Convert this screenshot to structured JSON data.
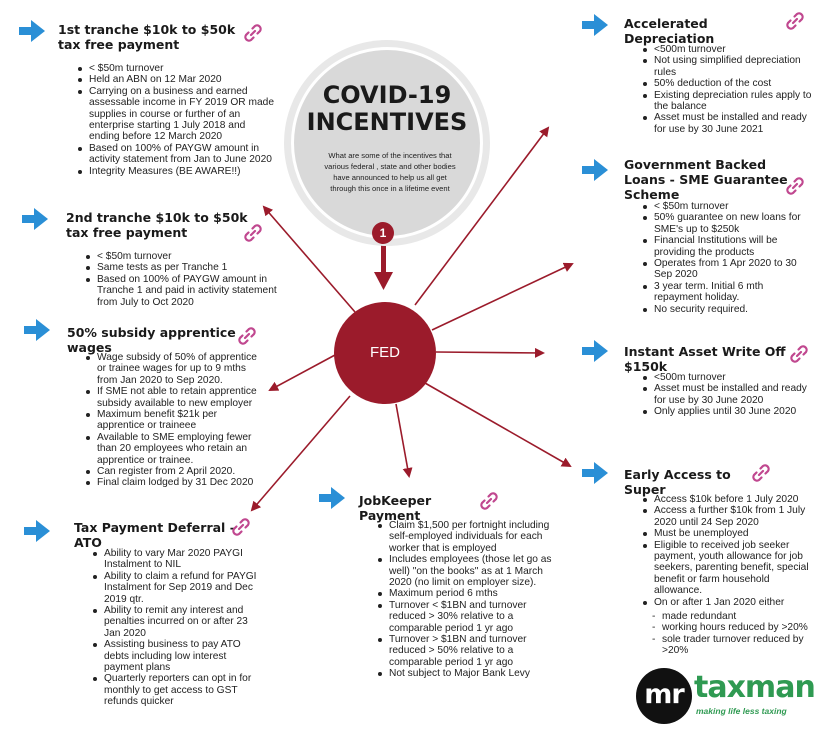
{
  "center": {
    "title": "COVID-19 INCENTIVES",
    "description": "What are some of the incentives that various federal , state and other bodies have announced to help us all get through this once in a lifetime event",
    "step_number": "1",
    "hub": "FED"
  },
  "colors": {
    "arrow_blue": "#2a8fd6",
    "accent_red": "#9b1b2b",
    "link_pink": "#c0478f",
    "brand_green": "#2f9a52"
  },
  "icons": {
    "section_arrow": "arrow-right-icon",
    "link": "link-icon"
  },
  "sections": {
    "tranche1": {
      "title": "1st tranche $10k to $50k tax free payment",
      "items": [
        "< $50m turnover",
        "Held an ABN on 12 Mar 2020",
        "Carrying on a business and earned assessable income in FY 2019 OR made supplies in course or further of an enterprise starting 1 July 2018 and ending before 12 March 2020",
        "Based on 100% of PAYGW amount in activity statement from Jan to June 2020",
        "Integrity Measures (BE AWARE!!)"
      ]
    },
    "tranche2": {
      "title": "2nd tranche $10k to $50k tax free payment",
      "items": [
        "< $50m turnover",
        "Same tests as per Tranche 1",
        "Based on 100% of PAYGW amount in Tranche 1 and paid in activity statement from July to Oct 2020"
      ]
    },
    "apprentice": {
      "title": "50% subsidy apprentice wages",
      "items": [
        "Wage subsidy of 50% of apprentice or trainee wages for up to 9 mths from Jan 2020 to Sep 2020.",
        "If SME not able to retain apprentice subsidy available to new employer",
        "Maximum benefit $21k per apprentice or traineee",
        "Available to SME employing fewer than 20 employees who retain an apprentice or trainee.",
        "Can register from 2 April 2020.",
        "Final claim lodged by 31 Dec 2020"
      ]
    },
    "tax_deferral": {
      "title": "Tax Payment Deferral - ATO",
      "items": [
        "Ability to vary Mar 2020 PAYGI Instalment to NIL",
        "Ability to claim a refund for PAYGI Instalment for Sep 2019 and Dec 2019 qtr.",
        "Ability to remit any interest and penalties incurred on or after 23 Jan 2020",
        "Assisting business to pay ATO debts including low interest payment plans",
        "Quarterly reporters can opt in for monthly to get access to GST refunds quicker"
      ]
    },
    "jobkeeper": {
      "title": "JobKeeper Payment",
      "items": [
        "Claim $1,500 per fortnight including self-employed individuals for each worker that is employed",
        "Includes employees (those let go as well) \"on the books\" as at 1 March 2020 (no limit on employer size).",
        "Maximum period 6 mths",
        "Turnover < $1BN and turnover reduced > 30% relative to a comparable period 1 yr ago",
        "Turnover > $1BN and turnover reduced > 50% relative to a comparable period 1 yr ago",
        "Not subject to Major Bank Levy"
      ]
    },
    "depreciation": {
      "title": "Accelerated Depreciation",
      "items": [
        "<500m turnover",
        "Not using simplified depreciation rules",
        "50% deduction of the cost",
        "Existing depreciation rules apply to the balance",
        "Asset must be installed and ready for use by 30 June 2021"
      ]
    },
    "loans": {
      "title": "Government Backed Loans - SME Guarantee Scheme",
      "items": [
        "< $50m turnover",
        "50% guarantee on new loans for SME's up to $250k",
        "Financial Institutions will be providing the products",
        "Operates from 1 Apr 2020 to 30 Sep 2020",
        "3 year term.  Initial 6 mth repayment holiday.",
        "No security required."
      ]
    },
    "instant_asset": {
      "title": "Instant Asset Write Off $150k",
      "items": [
        "<500m turnover",
        "Asset must be installed and ready for use by 30 June 2020",
        "Only applies until 30 June 2020"
      ]
    },
    "super": {
      "title": "Early Access to Super",
      "items": [
        "Access $10k before 1 July 2020",
        "Access a further $10k from 1 July 2020 until 24 Sep 2020",
        "Must be unemployed",
        "Eligible to received job seeker payment, youth allowance for job seekers, parenting benefit, special benefit or farm household allowance.",
        "On or after 1 Jan 2020 either"
      ],
      "sub_items": [
        "made redundant",
        "working hours reduced by >20%",
        "sole trader turnover reduced by >20%"
      ]
    }
  },
  "logo": {
    "mr": "mr",
    "name": "taxman",
    "tagline": "making life less taxing"
  }
}
